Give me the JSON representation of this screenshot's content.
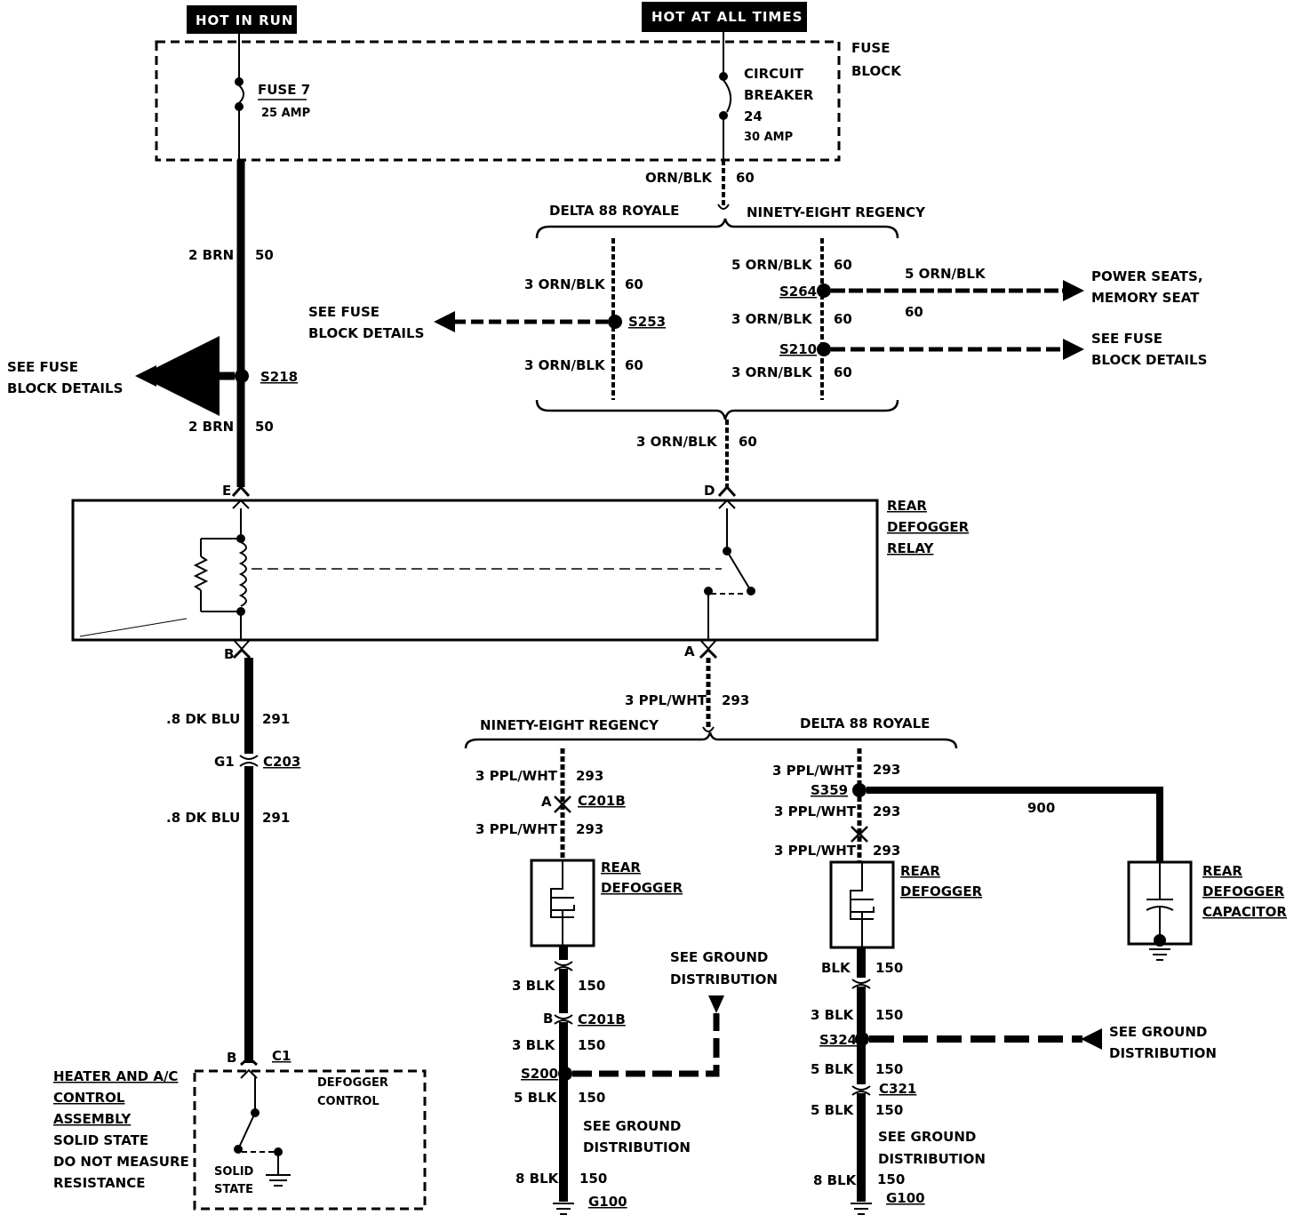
{
  "power": {
    "hot_in_run": "HOT IN RUN",
    "hot_at_all_times": "HOT AT ALL TIMES"
  },
  "fuse_block": {
    "label_1": "FUSE",
    "label_2": "BLOCK",
    "fuse_name": "FUSE 7",
    "fuse_rating": "25 AMP",
    "breaker_1": "CIRCUIT",
    "breaker_2": "BREAKER",
    "breaker_3": "24",
    "breaker_rating": "30 AMP"
  },
  "variants": {
    "delta": "DELTA 88 ROYALE",
    "ninety": "NINETY-EIGHT REGENCY"
  },
  "wires": {
    "orn_blk": "ORN/BLK",
    "c60": "60",
    "brn2": "2 BRN",
    "c50": "50",
    "orn3": "3 ORN/BLK",
    "orn5": "5 ORN/BLK",
    "dkblu": ".8 DK BLU",
    "c291": "291",
    "ppl3": "3 PPL/WHT",
    "c293": "293",
    "c900": "900",
    "blk3": "3 BLK",
    "blk5": "5 BLK",
    "blk8": "8 BLK",
    "blk": "BLK",
    "c150": "150"
  },
  "splices": {
    "s218": "S218",
    "s253": "S253",
    "s264": "S264",
    "s210": "S210",
    "s359": "S359",
    "s200": "S200",
    "s324": "S324"
  },
  "connectors": {
    "c203": "C203",
    "g1": "G1",
    "c201b": "C201B",
    "a": "A",
    "b": "B",
    "c1": "C1",
    "c321": "C321",
    "d": "D",
    "e": "E"
  },
  "refs": {
    "see_fuse_1": "SEE FUSE",
    "block_details": "BLOCK DETAILS",
    "power_seats": "POWER SEATS,",
    "memory_seat": "MEMORY SEAT",
    "see_ground": "SEE GROUND",
    "distribution": "DISTRIBUTION"
  },
  "relay": {
    "l1": "REAR",
    "l2": "DEFOGGER",
    "l3": "RELAY"
  },
  "defogger": {
    "l1": "REAR",
    "l2": "DEFOGGER"
  },
  "capacitor": {
    "l1": "REAR",
    "l2": "DEFOGGER",
    "l3": "CAPACITOR"
  },
  "control": {
    "l1": "HEATER AND A/C",
    "l2": "CONTROL",
    "l3": "ASSEMBLY",
    "l4": "SOLID STATE",
    "l5": "DO NOT MEASURE",
    "l6": "RESISTANCE",
    "box1": "DEFOGGER",
    "box2": "CONTROL",
    "ss1": "SOLID",
    "ss2": "STATE"
  },
  "grounds": {
    "g100": "G100"
  }
}
